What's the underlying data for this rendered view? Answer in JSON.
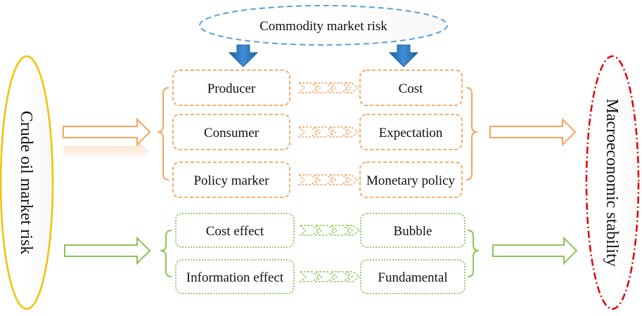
{
  "top_node": {
    "label": "Commodity market risk"
  },
  "left_node": {
    "label": "Crude oil market risk"
  },
  "right_node": {
    "label": "Macroeconomic stability"
  },
  "orange_group": {
    "rows": [
      {
        "left": "Producer",
        "right": "Cost"
      },
      {
        "left": "Consumer",
        "right": "Expectation"
      },
      {
        "left": "Policy marker",
        "right": "Monetary policy"
      }
    ]
  },
  "green_group": {
    "rows": [
      {
        "left": "Cost effect",
        "right": "Bubble"
      },
      {
        "left": "Information effect",
        "right": "Fundamental"
      }
    ]
  },
  "colors": {
    "orange": "#F4A460",
    "green": "#8DC35A",
    "blue_dash": "#5AA0D8",
    "blue_arrow": "#2E75B6",
    "yellow": "#F2C200",
    "red": "#E00000"
  }
}
